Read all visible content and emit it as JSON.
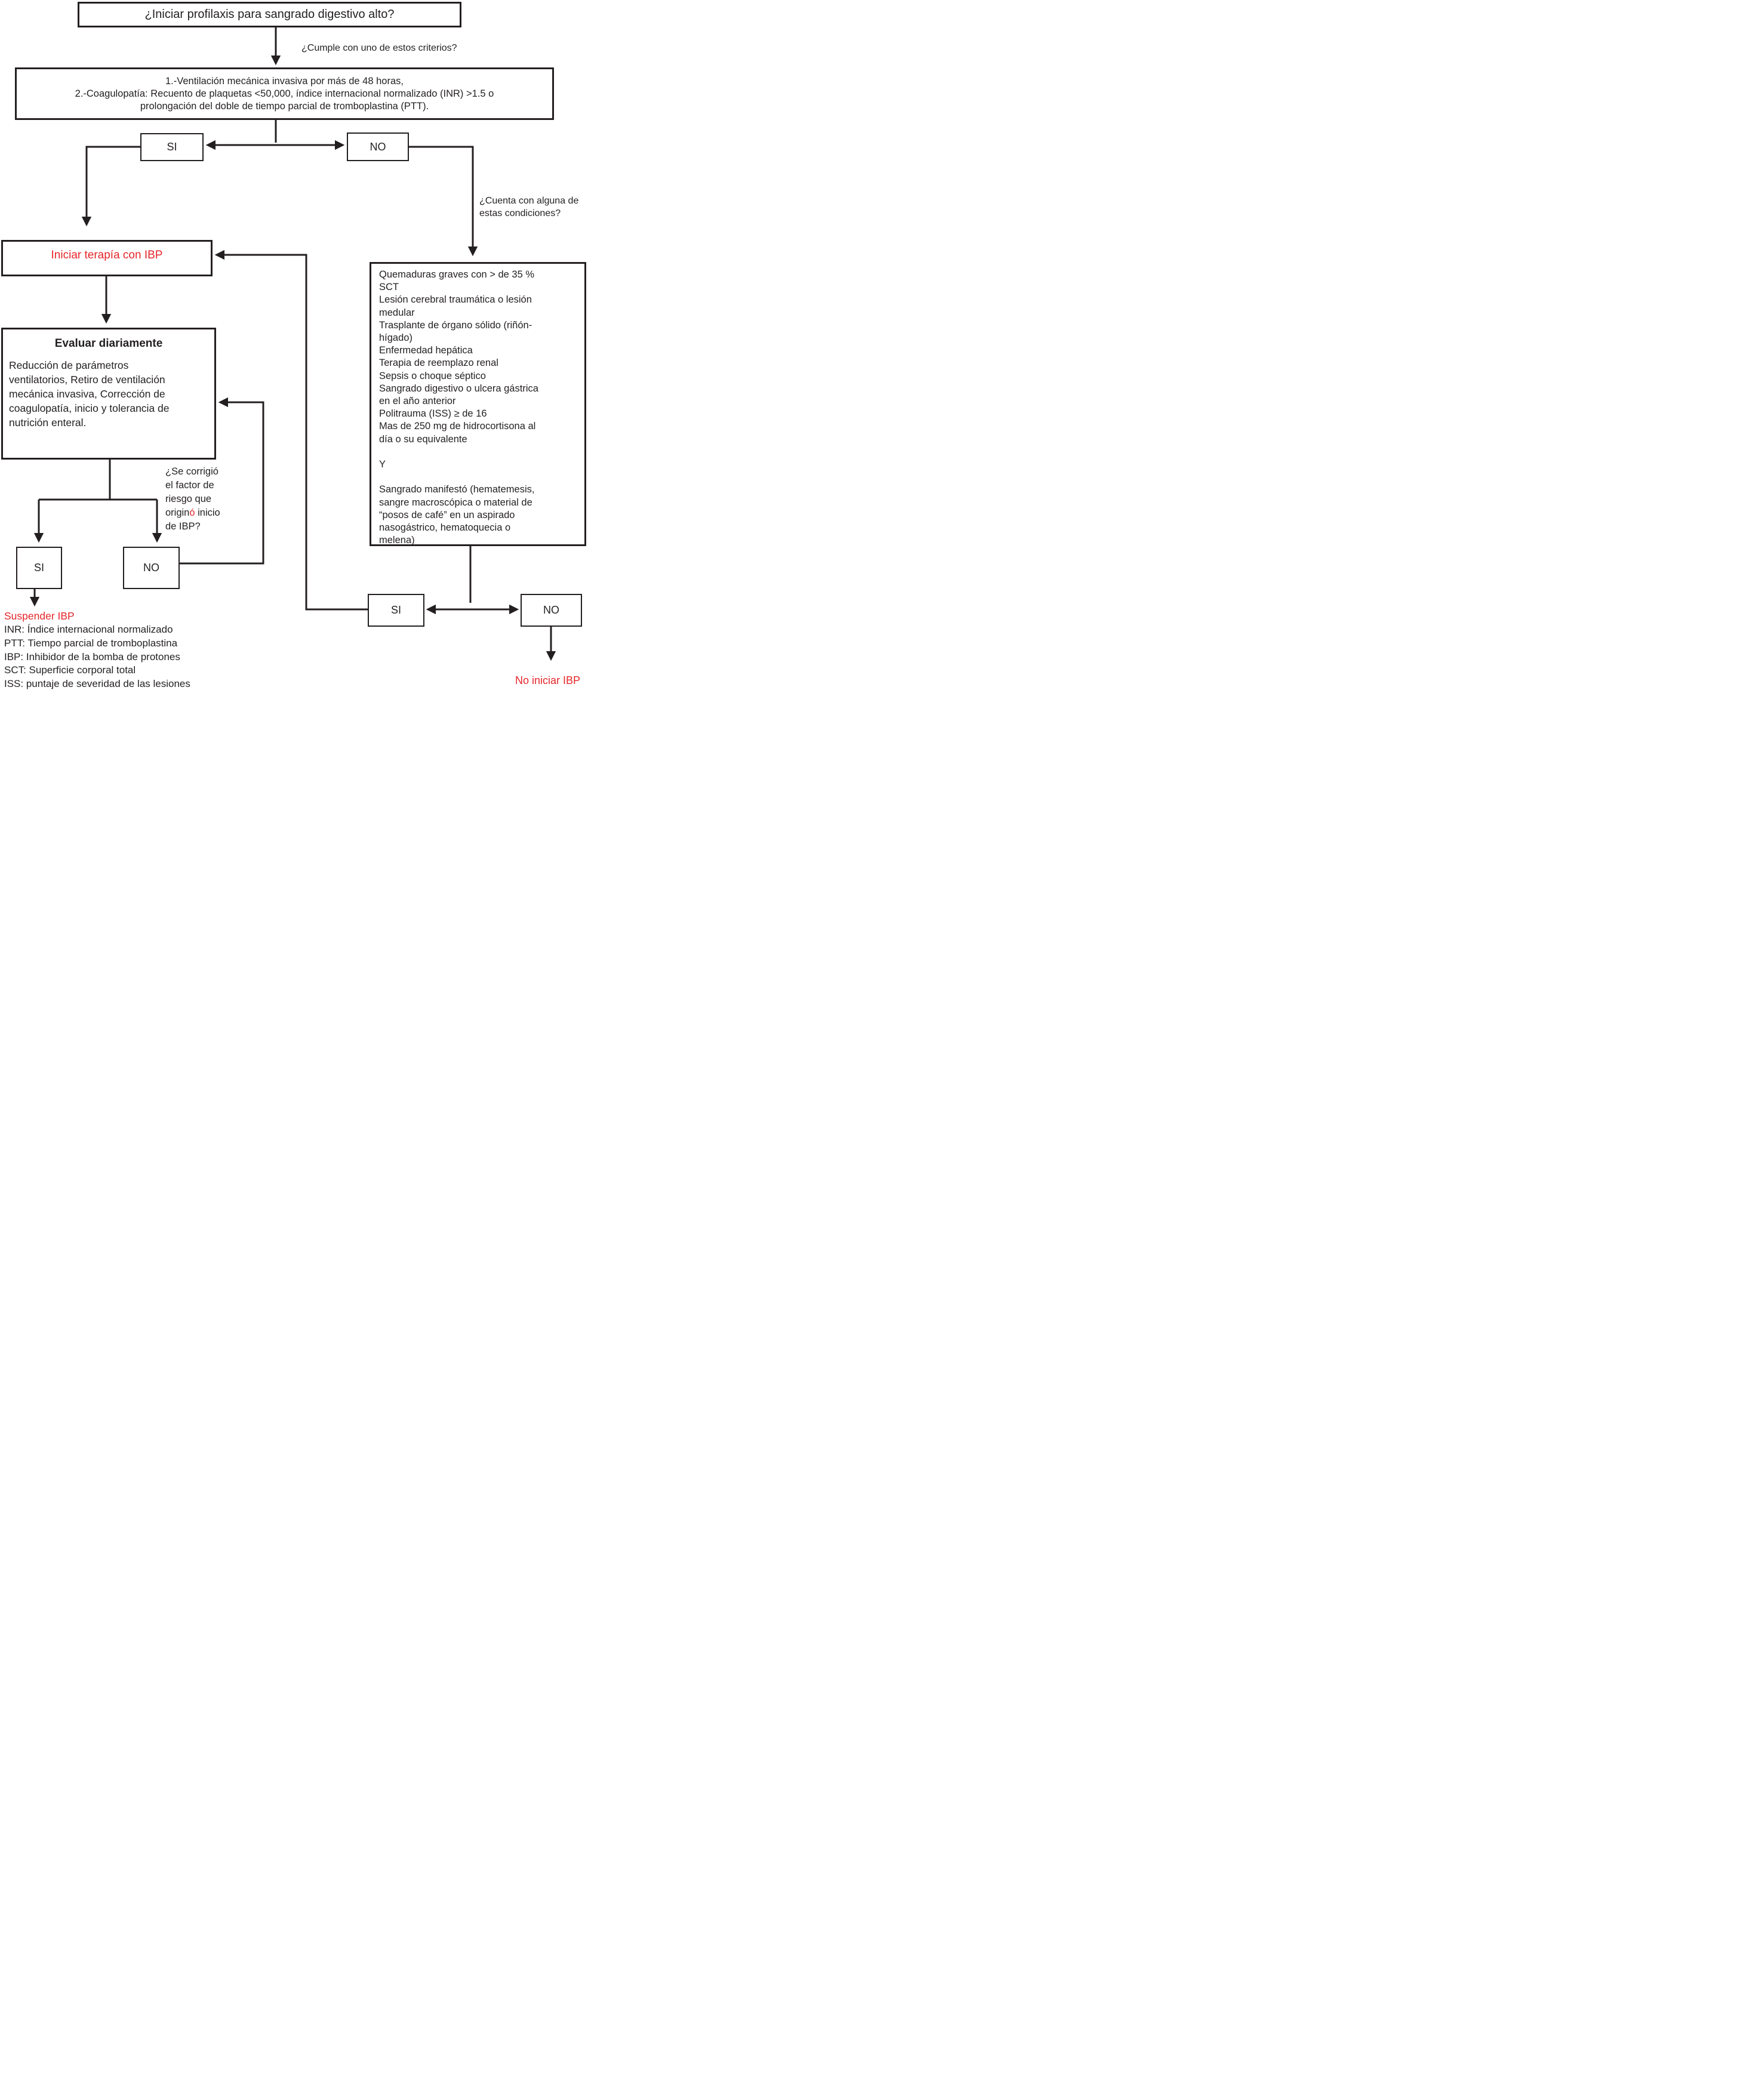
{
  "palette": {
    "line": "#231f20",
    "text": "#231f20",
    "red": "#e5262a",
    "background": "#ffffff"
  },
  "nodes": {
    "start": {
      "label": "¿Iniciar profilaxis para sangrado digestivo alto?"
    },
    "criteria": {
      "lines": [
        "1.-Ventilación mecánica invasiva por más de 48 horas,",
        "2.-Coagulopatía: Recuento de plaquetas <50,000, índice internacional normalizado (INR) >1.5 o",
        "prolongación del doble de tiempo parcial de tromboplastina (PTT)."
      ]
    },
    "si1": {
      "label": "SI"
    },
    "no1": {
      "label": "NO"
    },
    "iniciar": {
      "label": "Iniciar terapía con IBP"
    },
    "evaluar": {
      "title": "Evaluar diariamente",
      "lines": [
        "Reducción de parámetros",
        "ventilatorios, Retiro de ventilación",
        "mecánica invasiva, Corrección de",
        "coagulopatía, inicio y tolerancia de",
        "nutrición enteral."
      ]
    },
    "conditions": {
      "lines": [
        "Quemaduras graves con > de 35 %",
        "SCT",
        "Lesión cerebral traumática o lesión",
        "medular",
        "Trasplante de órgano sólido (riñón-",
        "hígado)",
        "Enfermedad hepática",
        "Terapia de reemplazo renal",
        "Sepsis o choque séptico",
        "Sangrado digestivo o ulcera gástrica",
        "en el año anterior",
        "Politrauma (ISS) ≥ de 16",
        "Mas de 250 mg de hidrocortisona al",
        "día o su equivalente",
        "",
        "Y",
        "",
        "Sangrado manifestó (hematemesis,",
        "sangre macroscópica o material de",
        "“posos de café” en un aspirado",
        "nasogástrico, hematoquecia o",
        "melena)"
      ]
    },
    "si2": {
      "label": "SI"
    },
    "no2": {
      "label": "NO"
    },
    "si3": {
      "label": "SI"
    },
    "no3": {
      "label": "NO"
    },
    "suspender": {
      "label": "Suspender IBP"
    },
    "no_iniciar": {
      "label": "No iniciar IBP"
    }
  },
  "labels": {
    "cumple": "¿Cumple con uno de estos criterios?",
    "cuenta": [
      "¿Cuenta con alguna de",
      "estas condiciones?"
    ],
    "se_corrigio": {
      "l1": "¿Se corrigió",
      "l2": "el factor de",
      "l3": "riesgo que",
      "l4_pre": "origin",
      "l4_red": "ó",
      "l4_post": " inicio",
      "l5": "de IBP?"
    }
  },
  "legend": {
    "lines": [
      "INR: Índice internacional normalizado",
      "PTT: Tiempo parcial de tromboplastina",
      "IBP: Inhibidor de la bomba de protones",
      "SCT: Superficie corporal total",
      "ISS: puntaje de severidad de las lesiones"
    ]
  }
}
